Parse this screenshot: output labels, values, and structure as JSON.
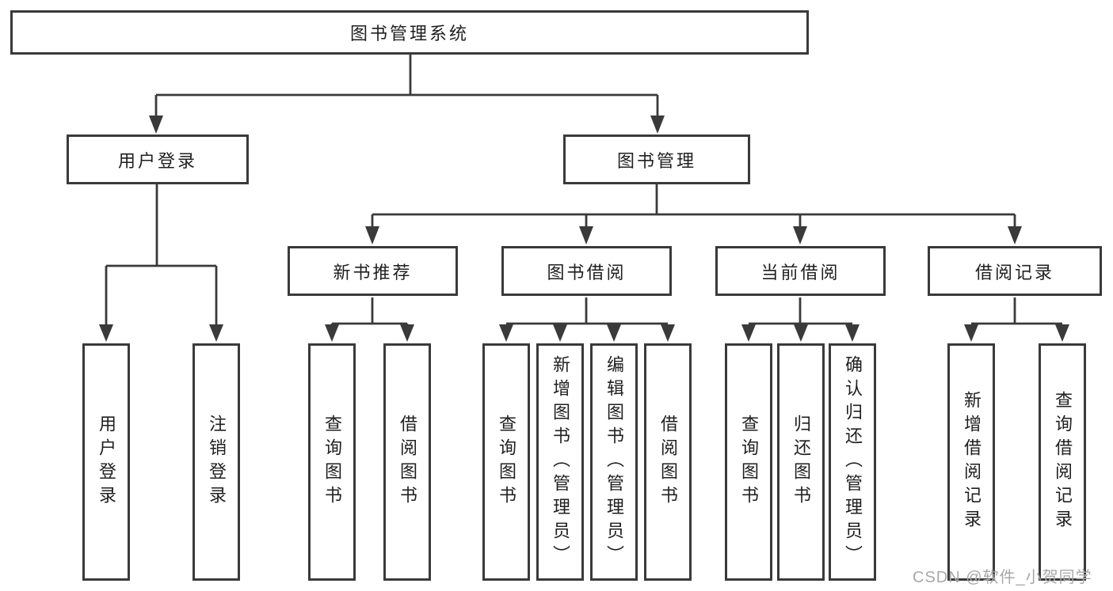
{
  "diagram": {
    "root": {
      "label": "图书管理系统"
    },
    "level1": [
      {
        "id": "user-login",
        "label": "用户登录"
      },
      {
        "id": "book-management",
        "label": "图书管理"
      }
    ],
    "level2": [
      {
        "id": "new-book-recommend",
        "label": "新书推荐",
        "parent": "图书管理"
      },
      {
        "id": "book-borrow",
        "label": "图书借阅",
        "parent": "图书管理"
      },
      {
        "id": "current-borrow",
        "label": "当前借阅",
        "parent": "图书管理"
      },
      {
        "id": "borrow-records",
        "label": "借阅记录",
        "parent": "图书管理"
      }
    ],
    "leaves": [
      {
        "id": "leaf-user-login",
        "label": "用户登录",
        "parent": "用户登录"
      },
      {
        "id": "leaf-logout",
        "label": "注销登录",
        "parent": "用户登录"
      },
      {
        "id": "leaf-query-books-recommend",
        "label": "查询图书",
        "parent": "新书推荐"
      },
      {
        "id": "leaf-borrow-books-recommend",
        "label": "借阅图书",
        "parent": "新书推荐"
      },
      {
        "id": "leaf-query-books-borrow",
        "label": "查询图书",
        "parent": "图书借阅"
      },
      {
        "id": "leaf-add-books-admin",
        "label": "新增图书（管理员）",
        "parent": "图书借阅"
      },
      {
        "id": "leaf-edit-books-admin",
        "label": "编辑图书（管理员）",
        "parent": "图书借阅"
      },
      {
        "id": "leaf-borrow-books",
        "label": "借阅图书",
        "parent": "图书借阅"
      },
      {
        "id": "leaf-query-books-current",
        "label": "查询图书",
        "parent": "当前借阅"
      },
      {
        "id": "leaf-return-books",
        "label": "归还图书",
        "parent": "当前借阅"
      },
      {
        "id": "leaf-confirm-return-admin",
        "label": "确认归还（管理员）",
        "parent": "当前借阅"
      },
      {
        "id": "leaf-add-borrow-record",
        "label": "新增借阅记录",
        "parent": "借阅记录"
      },
      {
        "id": "leaf-query-borrow-record",
        "label": "查询借阅记录",
        "parent": "借阅记录"
      }
    ],
    "watermark": "CSDN @软件_小贺同学",
    "colors": {
      "line": "#3a3a3a",
      "box_border": "#3a3a3a",
      "box_fill": "#ffffff",
      "text": "#1f1f1f",
      "watermark": "#a8a8a8",
      "background": "#ffffff"
    }
  }
}
